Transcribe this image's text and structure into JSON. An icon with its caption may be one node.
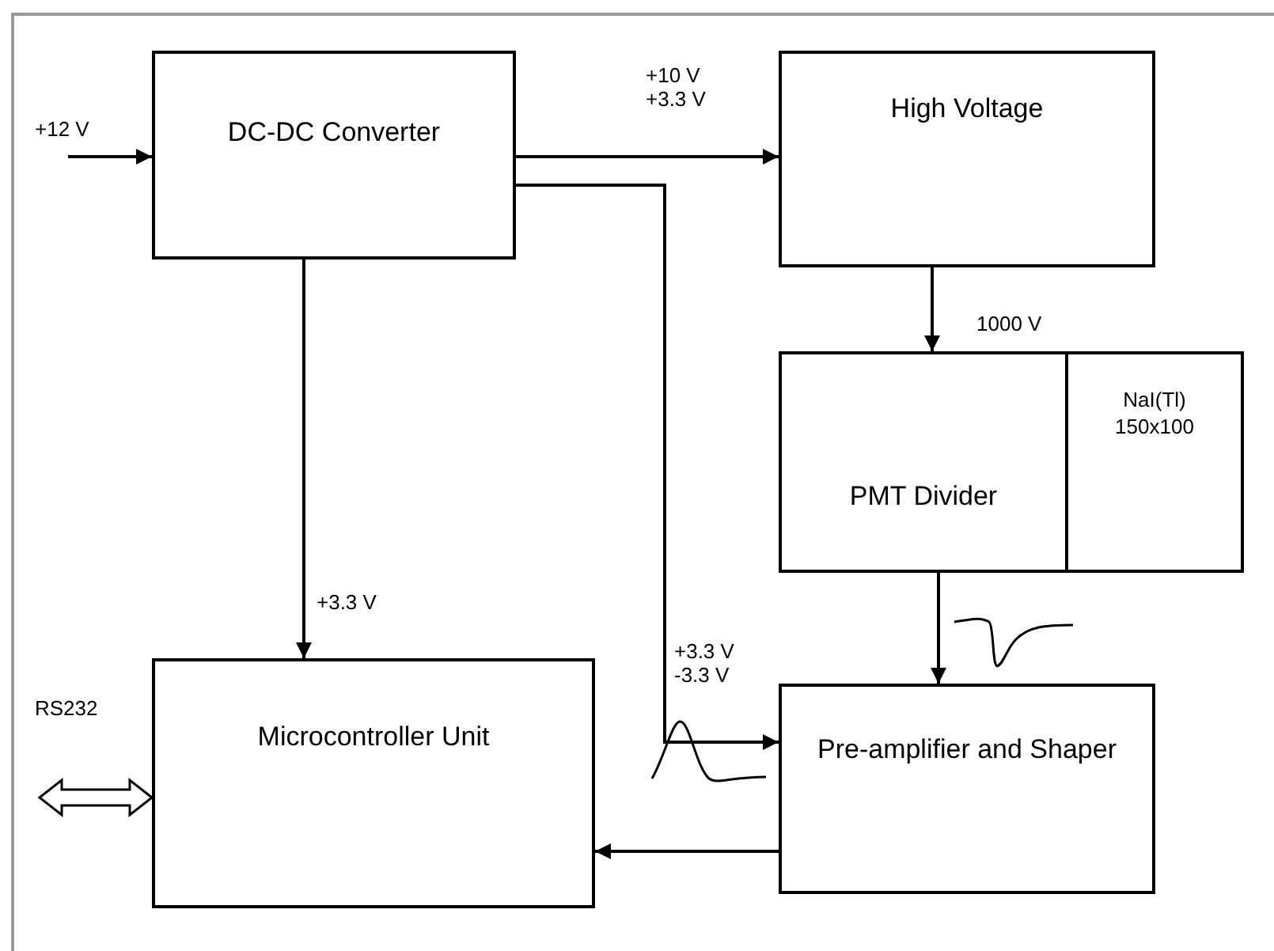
{
  "diagram": {
    "nodes": [
      {
        "text": [
          "DC-DC Converter"
        ]
      },
      {
        "text": [
          "High Voltage"
        ]
      },
      {
        "text": [
          "PMT Divider"
        ]
      },
      {
        "text": [
          "NaI(Tl) 150x100"
        ]
      },
      {
        "text": [
          "Microcontroller Unit"
        ]
      },
      {
        "text": [
          "Pre-amplifier and Shaper"
        ]
      }
    ],
    "edges": [
      {
        "from": null,
        "to": 0,
        "label": "+12 V",
        "arrow": "to"
      },
      {
        "from": 0,
        "to": 1,
        "label": "+10 V +3.3 V",
        "arrow": "to"
      },
      {
        "from": 0,
        "to": 5,
        "label": "+3.3 V -3.3 V",
        "arrow": "to"
      },
      {
        "from": 0,
        "to": 4,
        "label": "+3.3 V",
        "arrow": "to"
      },
      {
        "from": 1,
        "to": 2,
        "label": "1000 V",
        "arrow": "to"
      },
      {
        "from": 2,
        "to": 5,
        "arrow": "to"
      },
      {
        "from": 5,
        "to": 4,
        "arrow": "to"
      },
      {
        "from": null,
        "to": 4,
        "label": "RS232",
        "arrow": "both",
        "style": "thick"
      }
    ]
  }
}
